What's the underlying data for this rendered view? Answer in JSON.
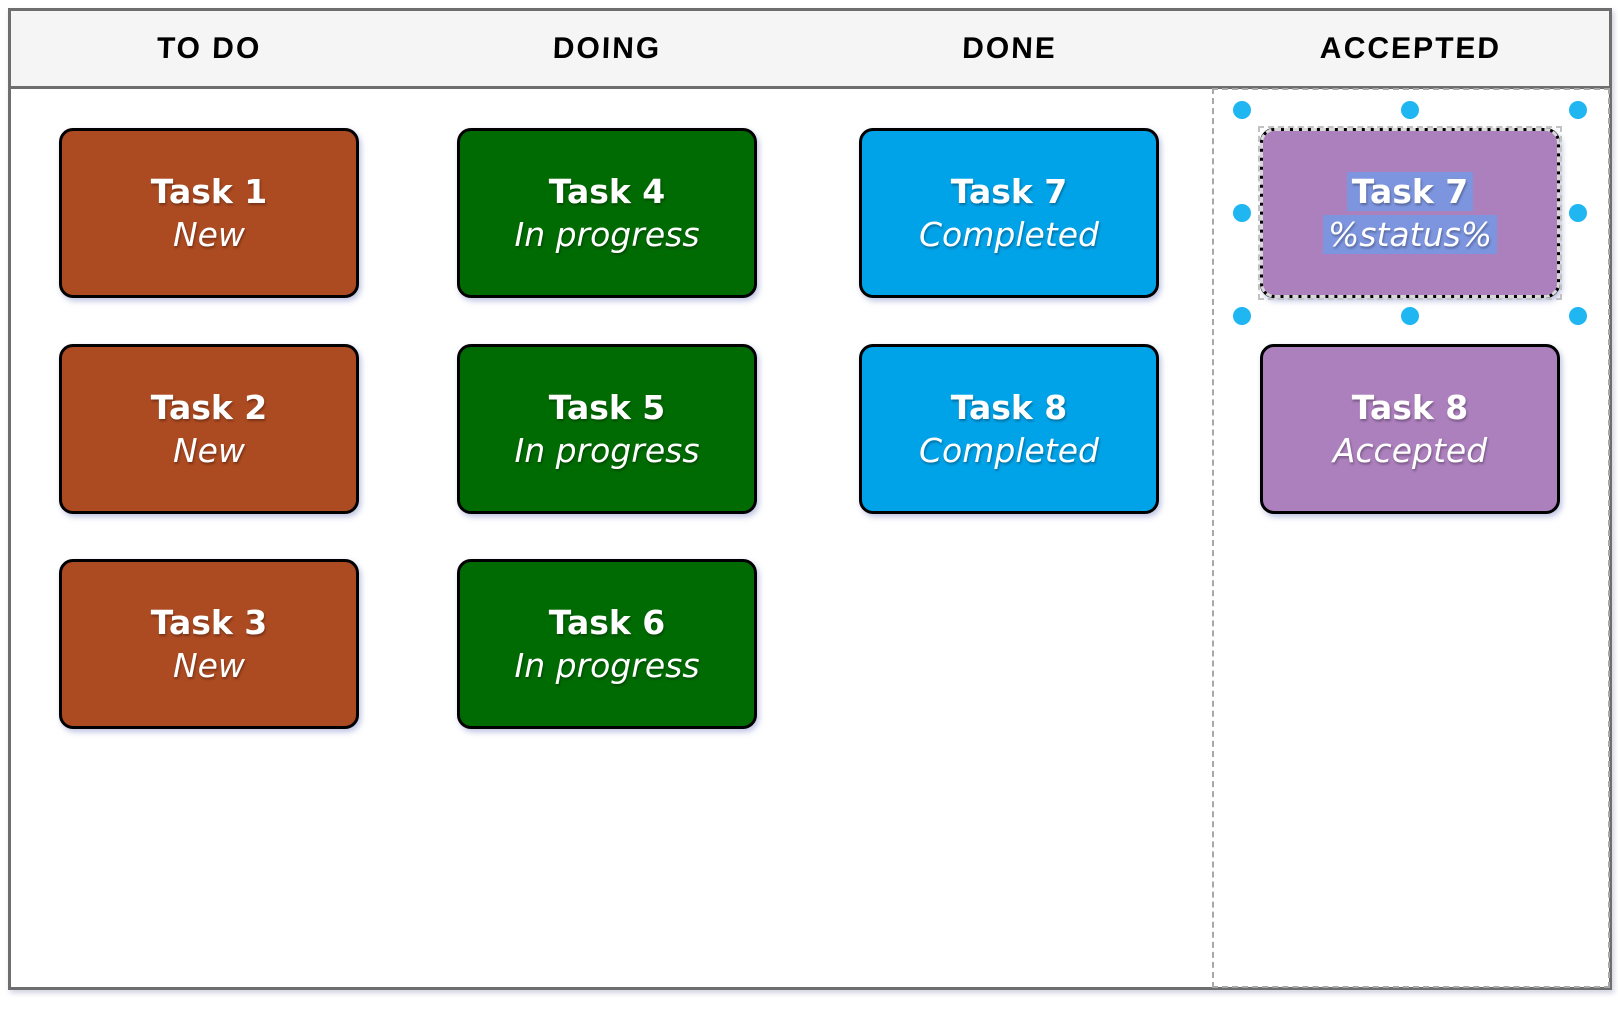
{
  "lanes": [
    {
      "id": "todo",
      "label": "TO DO",
      "color": "#AC4A21",
      "selected": false,
      "cards": [
        {
          "title": "Task 1",
          "status": "New"
        },
        {
          "title": "Task 2",
          "status": "New"
        },
        {
          "title": "Task 3",
          "status": "New"
        }
      ]
    },
    {
      "id": "doing",
      "label": "DOING",
      "color": "#016B03",
      "selected": false,
      "cards": [
        {
          "title": "Task 4",
          "status": "In progress"
        },
        {
          "title": "Task 5",
          "status": "In progress"
        },
        {
          "title": "Task 6",
          "status": "In progress"
        }
      ]
    },
    {
      "id": "done",
      "label": "DONE",
      "color": "#00A2E8",
      "selected": false,
      "cards": [
        {
          "title": "Task 7",
          "status": "Completed"
        },
        {
          "title": "Task 8",
          "status": "Completed"
        }
      ]
    },
    {
      "id": "accepted",
      "label": "ACCEPTED",
      "color": "#AC7FBD",
      "selected": true,
      "cards": [
        {
          "title": "Task 7",
          "status": "%status%",
          "selected": true,
          "text_highlighted": true
        },
        {
          "title": "Task 8",
          "status": "Accepted"
        }
      ]
    }
  ],
  "colors": {
    "header_bg": "#F5F5F5",
    "frame_border": "#6E6E6E",
    "card_border": "#000000",
    "card_text": "#FFFFFF",
    "selection_handle": "#1FB6F2",
    "text_highlight": "#7D95DF",
    "lane_selection_dash": "#A8A8A8"
  }
}
